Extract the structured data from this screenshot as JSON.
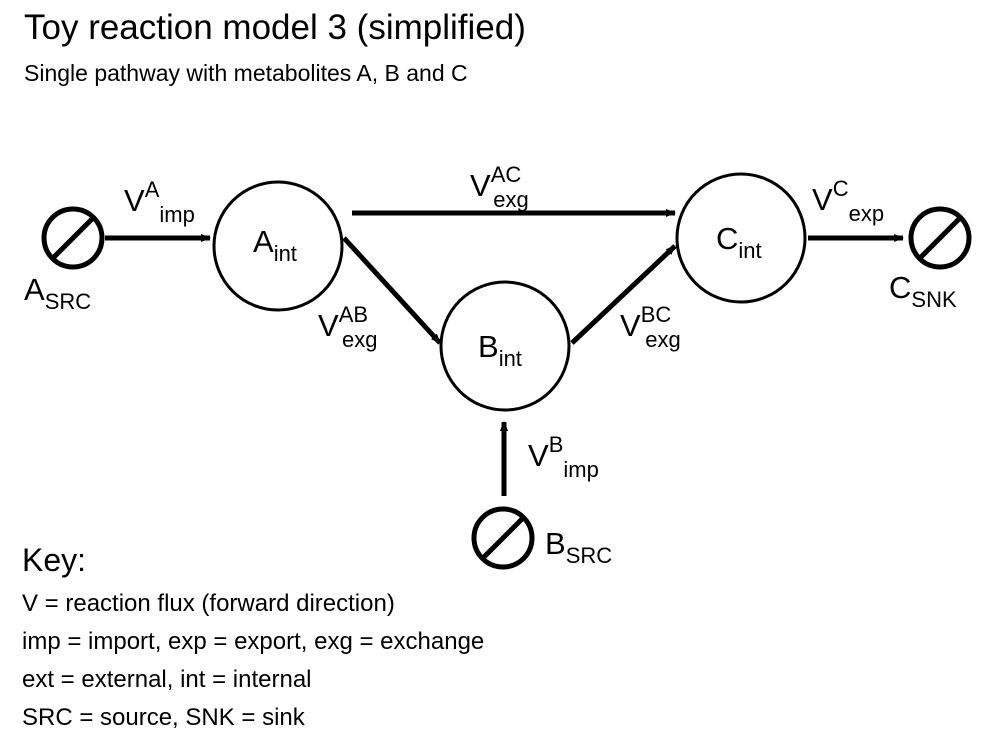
{
  "header": {
    "title": "Toy reaction model 3 (simplified)",
    "subtitle": "Single pathway with metabolites A, B and C"
  },
  "nodes": {
    "A_int": {
      "base": "A",
      "sub": "int"
    },
    "B_int": {
      "base": "B",
      "sub": "int"
    },
    "C_int": {
      "base": "C",
      "sub": "int"
    },
    "A_src": {
      "base": "A",
      "sub": "SRC"
    },
    "B_src": {
      "base": "B",
      "sub": "SRC"
    },
    "C_snk": {
      "base": "C",
      "sub": "SNK"
    }
  },
  "fluxes": {
    "V_A_imp": {
      "base": "V",
      "sup": "A",
      "sub": "imp"
    },
    "V_AC_exg": {
      "base": "V",
      "sup": "AC",
      "sub": "exg"
    },
    "V_C_exp": {
      "base": "V",
      "sup": "C",
      "sub": "exp"
    },
    "V_AB_exg": {
      "base": "V",
      "sup": "AB",
      "sub": "exg"
    },
    "V_BC_exg": {
      "base": "V",
      "sup": "BC",
      "sub": "exg"
    },
    "V_B_imp": {
      "base": "V",
      "sup": "B",
      "sub": "imp"
    }
  },
  "key": {
    "title": "Key:",
    "lines": [
      "V = reaction flux (forward direction)",
      "imp = import, exp = export, exg = exchange",
      "ext = external, int = internal",
      "SRC = source, SNK = sink"
    ]
  },
  "colors": {
    "stroke": "#000000",
    "background": "#ffffff"
  }
}
